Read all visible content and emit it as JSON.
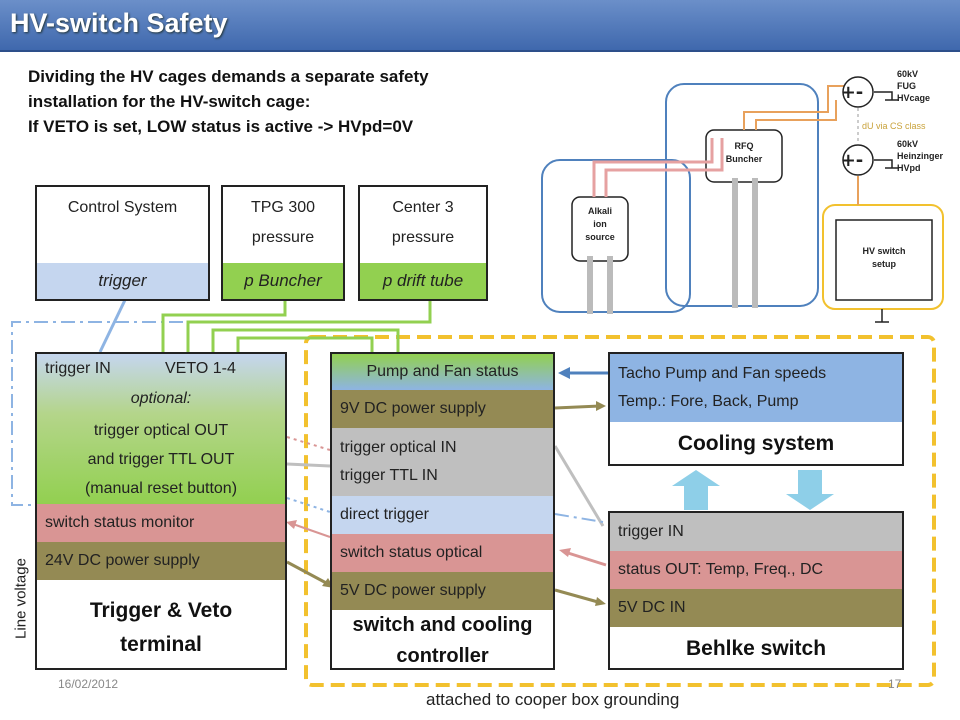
{
  "title": "HV-switch Safety",
  "intro": [
    "Dividing the HV cages demands a separate safety",
    "installation for the HV-switch cage:",
    "If VETO is set, LOW status is active -> HVpd=0V"
  ],
  "sources": [
    {
      "head": [
        "Control System",
        ""
      ],
      "foot": "trigger"
    },
    {
      "head": [
        "TPG 300",
        "pressure"
      ],
      "foot": "p Buncher"
    },
    {
      "head": [
        "Center 3",
        "pressure"
      ],
      "foot": "p drift tube"
    }
  ],
  "terminal": {
    "line1a": "trigger IN",
    "line1b": "VETO 1-4",
    "optional": "optional:",
    "opt_lines": [
      "trigger optical OUT",
      "and trigger TTL OUT",
      "(manual reset button)"
    ],
    "status": "switch status monitor",
    "power": "24V DC power supply",
    "name": [
      "Trigger & Veto",
      "terminal"
    ]
  },
  "controller": {
    "pump": "Pump and Fan status",
    "power9": "9V DC power supply",
    "trig": [
      "trigger optical IN",
      "trigger TTL IN"
    ],
    "direct": "direct trigger",
    "optical": "switch status optical",
    "power5": "5V DC power supply",
    "name": [
      "switch and cooling",
      "controller"
    ]
  },
  "cooling": {
    "tacho": [
      "Tacho Pump and Fan speeds",
      "Temp.: Fore, Back, Pump"
    ],
    "name": "Cooling system"
  },
  "behlke": {
    "trig": "trigger IN",
    "status": "status OUT: Temp, Freq., DC",
    "power": "5V DC IN",
    "name": "Behlke switch"
  },
  "line_voltage": "Line voltage",
  "grounding": "attached to cooper box grounding",
  "date": "16/02/2012",
  "page": "17",
  "schematic": {
    "alkali": [
      "Alkali",
      "ion",
      "source"
    ],
    "rfq": [
      "RFQ",
      "Buncher"
    ],
    "hv_switch": [
      "HV switch",
      "setup"
    ],
    "ps1": [
      "60kV",
      "FUG",
      "HVcage"
    ],
    "ps2": [
      "60kV",
      "Heinzinger",
      "HVpd"
    ],
    "du": "dU via CS class"
  },
  "colors": {
    "blue": "#c5d6ef",
    "green": "#92d050",
    "gray": "#bfbfbf",
    "red": "#d99594",
    "olive": "#948a54",
    "accent_blue": "#8eb4e3",
    "arrow_blue": "#4f81bd",
    "dash_yellow": "#f2c12e"
  }
}
